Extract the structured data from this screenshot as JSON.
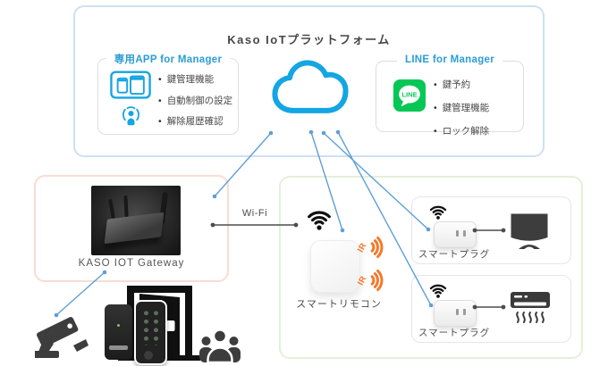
{
  "title": "Kaso IoTプラットフォーム",
  "platform": {
    "app_box": {
      "title": "専用APP for Manager",
      "bullets": [
        "鍵管理機能",
        "自動制御の設定",
        "解除履歴確認"
      ]
    },
    "line_box": {
      "title": "LINE for Manager",
      "badge": "LINE",
      "bullets": [
        "鍵予約",
        "鍵管理機能",
        "ロック解除"
      ]
    }
  },
  "gateway": {
    "label": "KASO IOT Gateway"
  },
  "network": {
    "wifi_label": "Wi-Fi"
  },
  "devices": {
    "smart_remote": {
      "label": "スマートリモコン",
      "ir_label": "IR"
    },
    "smart_plugs": [
      {
        "label": "スマートプラグ",
        "connected_device": "tv"
      },
      {
        "label": "スマートプラグ",
        "connected_device": "air-conditioner"
      }
    ]
  },
  "icons": {
    "cloud-icon": "cloud-outline",
    "wifi-icon": "wifi-waves",
    "ir-signal-icon": "infrared-waves",
    "line-app-icon": "LINE-app",
    "mobile-devices-icon": "smartphone-and-tablet",
    "unlock-person-icon": "person-broadcast",
    "tv-icon": "television",
    "air-conditioner-icon": "air-conditioner",
    "security-camera-icon": "cctv-camera",
    "door-icon": "open-door",
    "smart-lock-icon": "smart-lock",
    "keypad-lock-icon": "keypad-smart-lock",
    "people-icon": "group-of-people"
  },
  "colors": {
    "accent_blue": "#2b9dd6",
    "cloud_blue": "#14a5e3",
    "line_green": "#06c755",
    "ir_orange": "#f4792b",
    "platform_border": "#cfe0f1",
    "gateway_border": "#f9dcd2",
    "devices_border": "#e4efdb",
    "connector_blue": "#5f9fd6",
    "connector_dark": "#4d4d4d",
    "text_dark": "#474747"
  }
}
